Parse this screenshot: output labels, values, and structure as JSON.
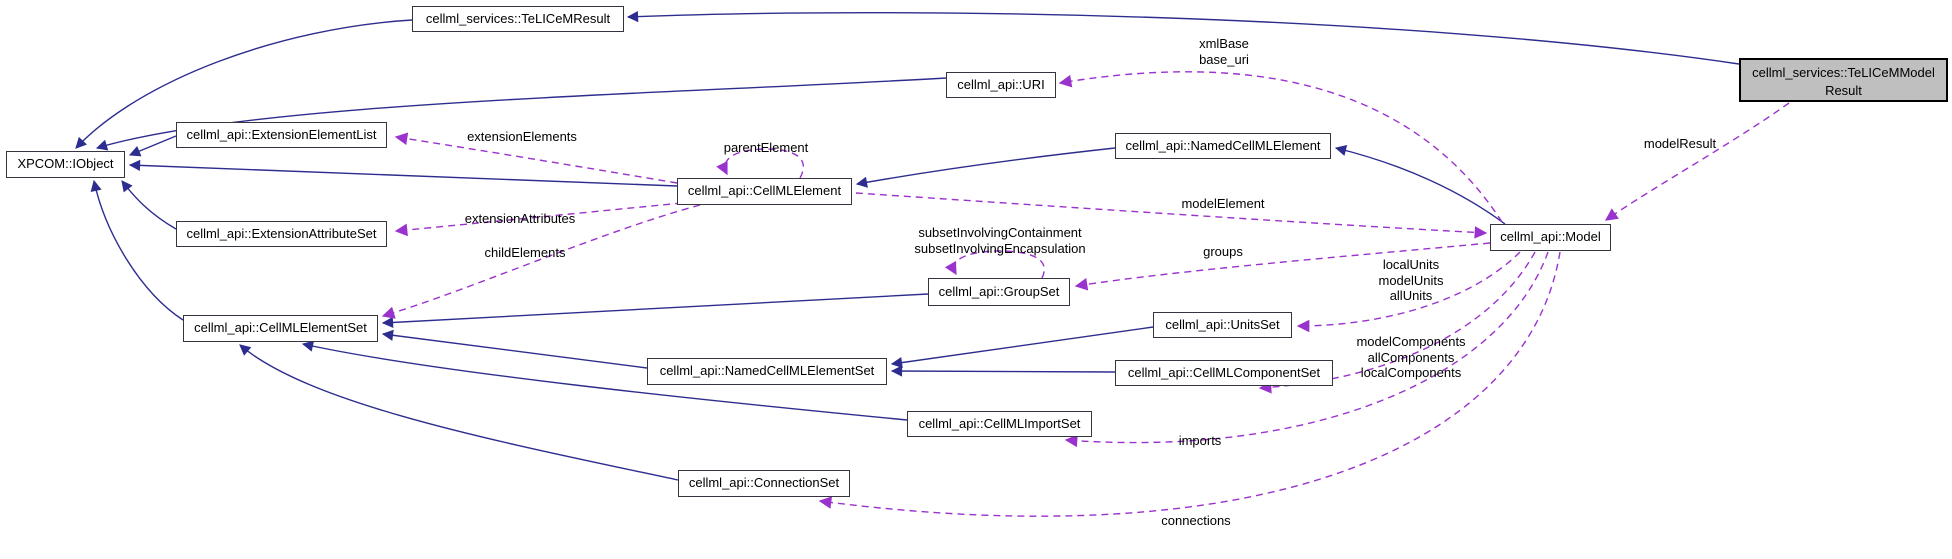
{
  "diagram": {
    "type": "doxygen-collaboration-graph",
    "colors": {
      "background": "#ffffff",
      "inheritance_edge": "#2d2d8f",
      "usage_edge": "#9a32cd",
      "node_fill": "#ffffff",
      "node_border": "#35353f",
      "highlighted_node_fill": "#bfbfbf",
      "text": "#000000"
    },
    "nodes": {
      "iobject": {
        "label": "XPCOM::IObject"
      },
      "telicem_result": {
        "label": "cellml_services::TeLICeMResult"
      },
      "extension_element_list": {
        "label": "cellml_api::ExtensionElementList"
      },
      "uri": {
        "label": "cellml_api::URI"
      },
      "cellml_element": {
        "label": "cellml_api::CellMLElement"
      },
      "named_cellml_element": {
        "label": "cellml_api::NamedCellMLElement"
      },
      "extension_attribute_set": {
        "label": "cellml_api::ExtensionAttributeSet"
      },
      "model": {
        "label": "cellml_api::Model"
      },
      "group_set": {
        "label": "cellml_api::GroupSet"
      },
      "cellml_element_set": {
        "label": "cellml_api::CellMLElementSet"
      },
      "units_set": {
        "label": "cellml_api::UnitsSet"
      },
      "named_cellml_element_set": {
        "label": "cellml_api::NamedCellMLElementSet"
      },
      "cellml_component_set": {
        "label": "cellml_api::CellMLComponentSet"
      },
      "cellml_import_set": {
        "label": "cellml_api::CellMLImportSet"
      },
      "connection_set": {
        "label": "cellml_api::ConnectionSet"
      },
      "telicem_model_result": {
        "line1": "cellml_services::TeLICeMModel",
        "line2": "Result"
      }
    },
    "edge_labels": {
      "xml_base": {
        "line1": "xmlBase",
        "line2": "base_uri"
      },
      "extension_elements": {
        "text": "extensionElements"
      },
      "parent_element": {
        "text": "parentElement"
      },
      "model_element": {
        "text": "modelElement"
      },
      "extension_attributes": {
        "text": "extensionAttributes"
      },
      "child_elements": {
        "text": "childElements"
      },
      "subset_involving": {
        "line1": "subsetInvolvingContainment",
        "line2": "subsetInvolvingEncapsulation"
      },
      "groups": {
        "text": "groups"
      },
      "units": {
        "line1": "localUnits",
        "line2": "modelUnits",
        "line3": "allUnits"
      },
      "components": {
        "line1": "modelComponents",
        "line2": "allComponents",
        "line3": "localComponents"
      },
      "imports": {
        "text": "imports"
      },
      "connections": {
        "text": "connections"
      },
      "model_result": {
        "text": "modelResult"
      }
    }
  }
}
